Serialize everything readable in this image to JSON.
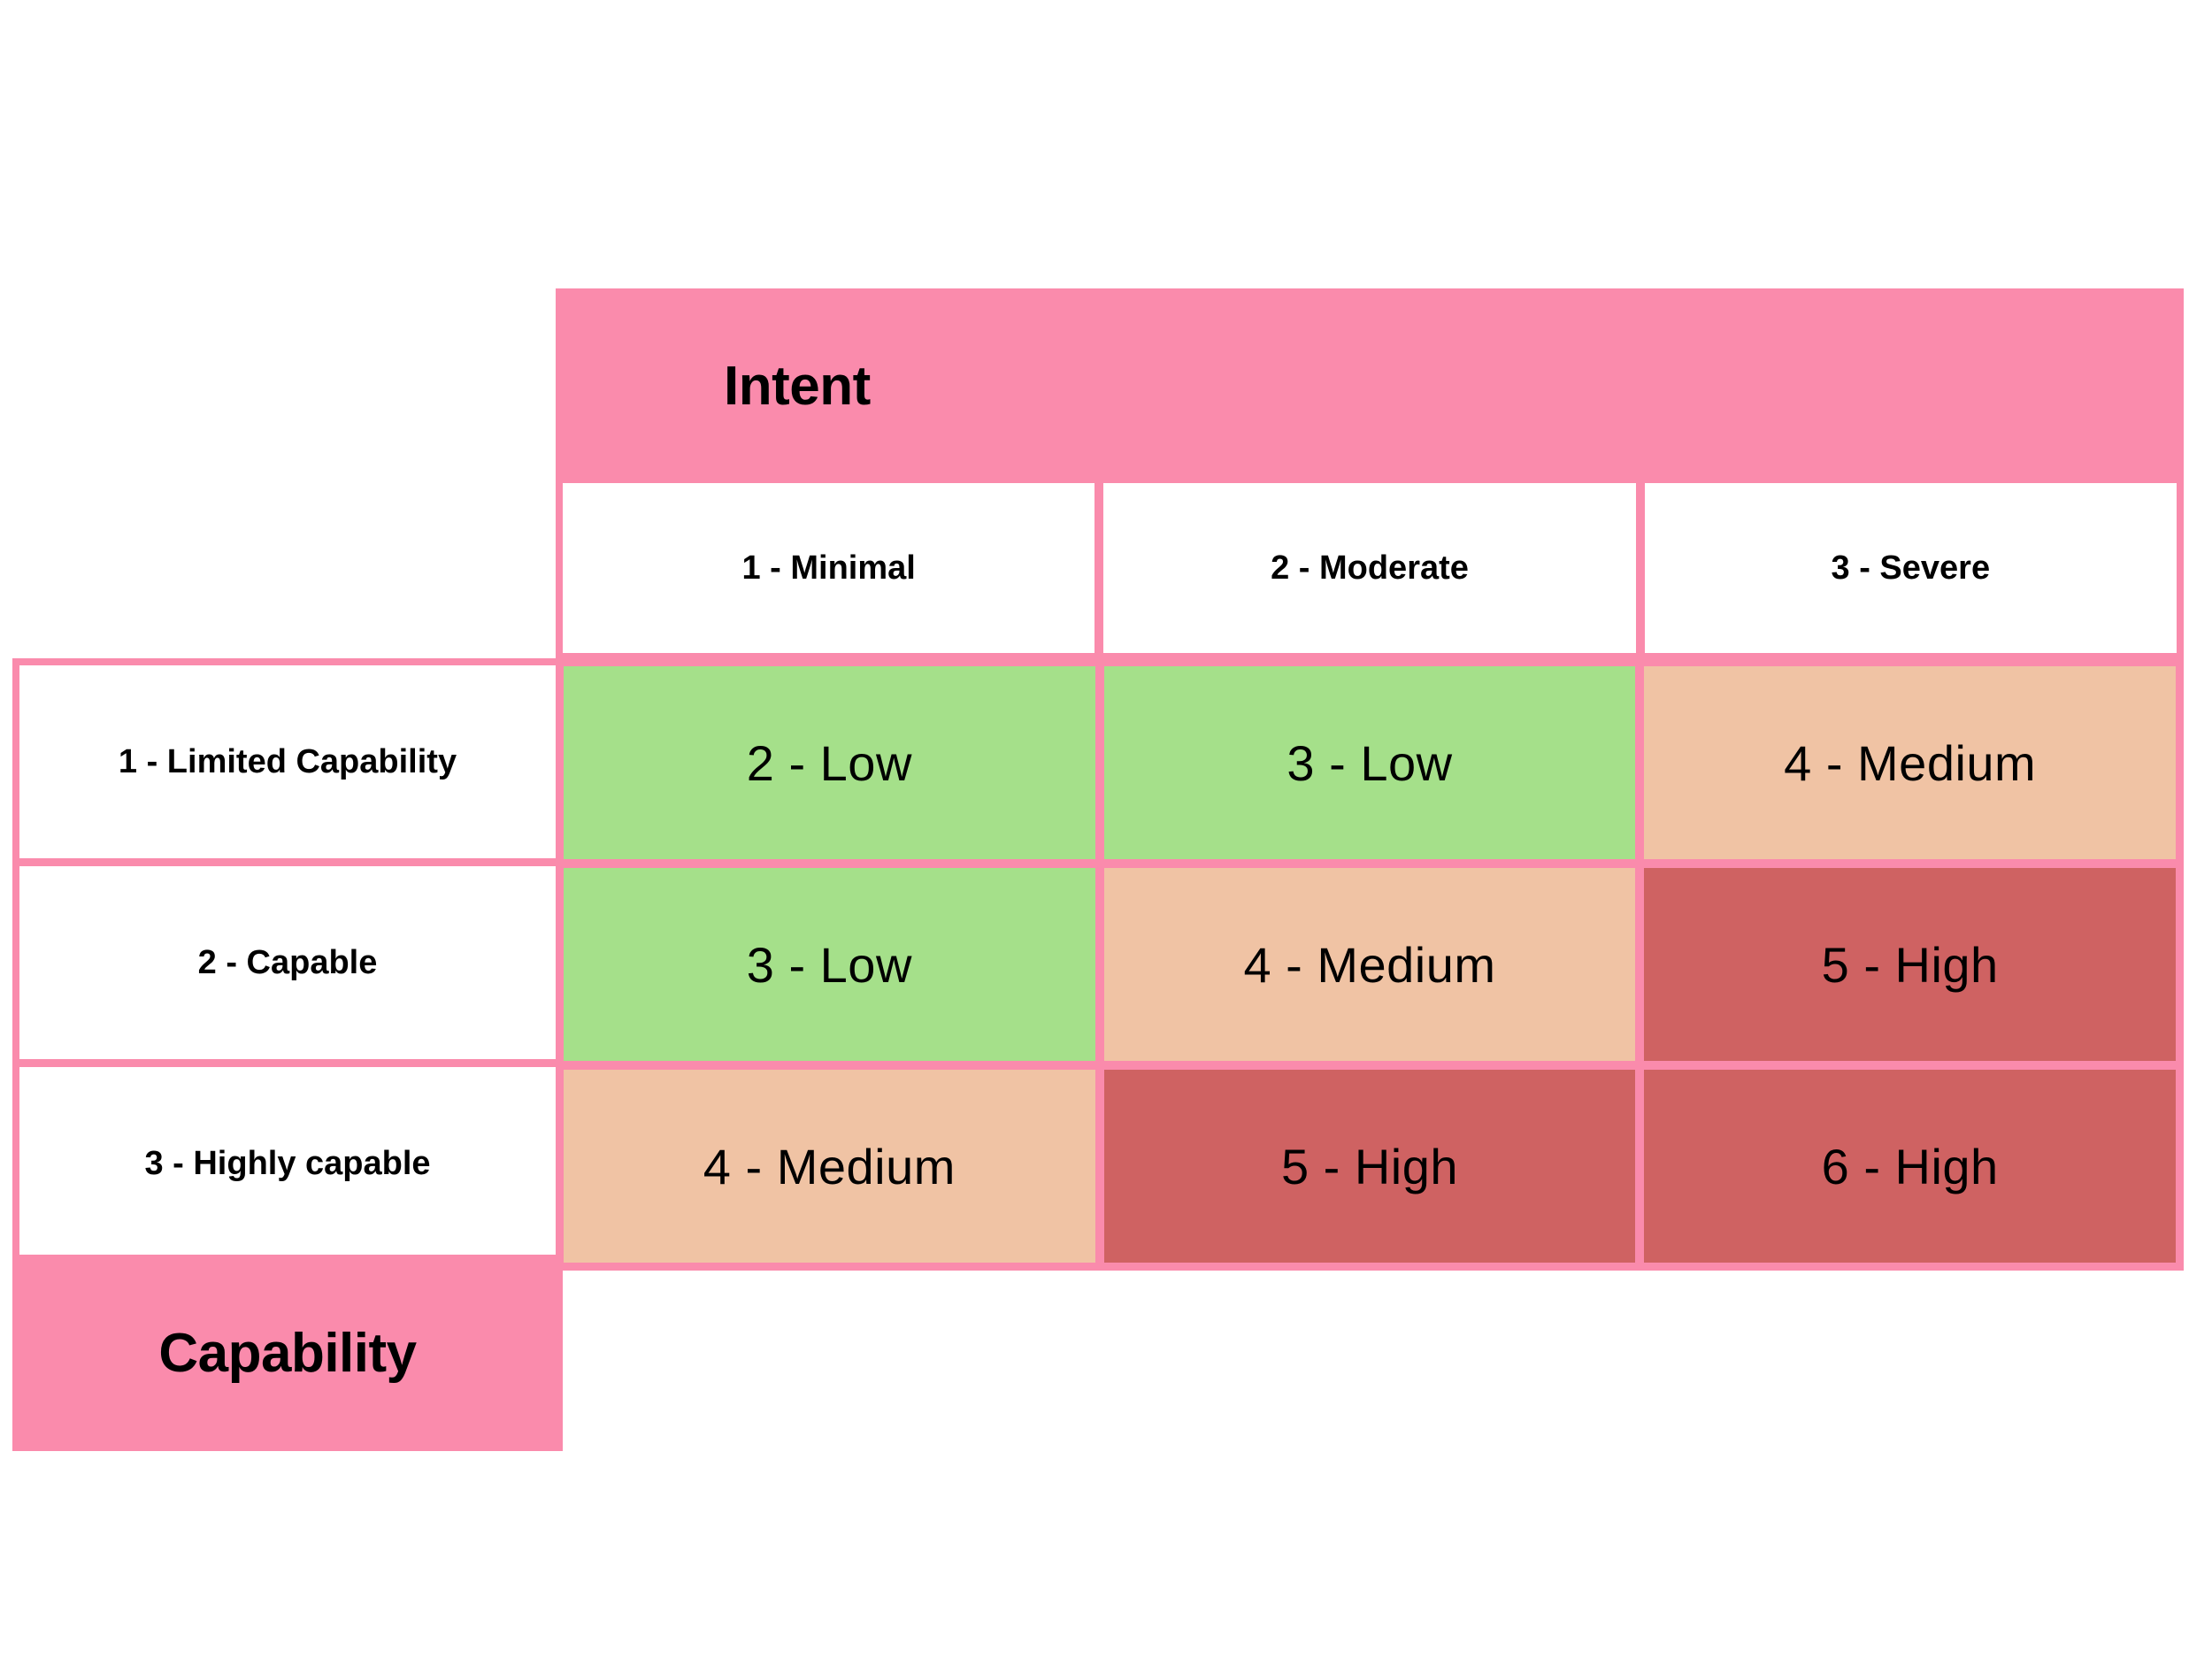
{
  "colors": {
    "frame_pink": "#FA8BAC",
    "low_green": "#A5E08A",
    "medium_peach": "#F0C3A4",
    "high_red": "#CF6262",
    "cell_white": "#FFFFFF",
    "text_black": "#000000",
    "background": "#FFFFFF"
  },
  "axes": {
    "column_axis_title": "Intent",
    "row_axis_title": "Capability"
  },
  "chart_data": {
    "type": "heatmap",
    "title": "",
    "xlabel": "Intent",
    "ylabel": "Capability",
    "x_categories": [
      "1 - Minimal",
      "2 - Moderate",
      "3 - Severe"
    ],
    "y_categories": [
      "1 - Limited Capability",
      "2 - Capable",
      "3 - Highly capable"
    ],
    "legend_position": "none",
    "grid": true,
    "values": [
      [
        2,
        3,
        4
      ],
      [
        3,
        4,
        5
      ],
      [
        4,
        5,
        6
      ]
    ],
    "cells": [
      [
        {
          "label": "2 - Low",
          "score": 2,
          "rating": "Low",
          "color": "#A5E08A"
        },
        {
          "label": "3 - Low",
          "score": 3,
          "rating": "Low",
          "color": "#A5E08A"
        },
        {
          "label": "4 - Medium",
          "score": 4,
          "rating": "Medium",
          "color": "#F0C3A4"
        }
      ],
      [
        {
          "label": "3 - Low",
          "score": 3,
          "rating": "Low",
          "color": "#A5E08A"
        },
        {
          "label": "4 - Medium",
          "score": 4,
          "rating": "Medium",
          "color": "#F0C3A4"
        },
        {
          "label": "5 - High",
          "score": 5,
          "rating": "High",
          "color": "#CF6262"
        }
      ],
      [
        {
          "label": "4 - Medium",
          "score": 4,
          "rating": "Medium",
          "color": "#F0C3A4"
        },
        {
          "label": "5 - High",
          "score": 5,
          "rating": "High",
          "color": "#CF6262"
        },
        {
          "label": "6 - High",
          "score": 6,
          "rating": "High",
          "color": "#CF6262"
        }
      ]
    ]
  }
}
